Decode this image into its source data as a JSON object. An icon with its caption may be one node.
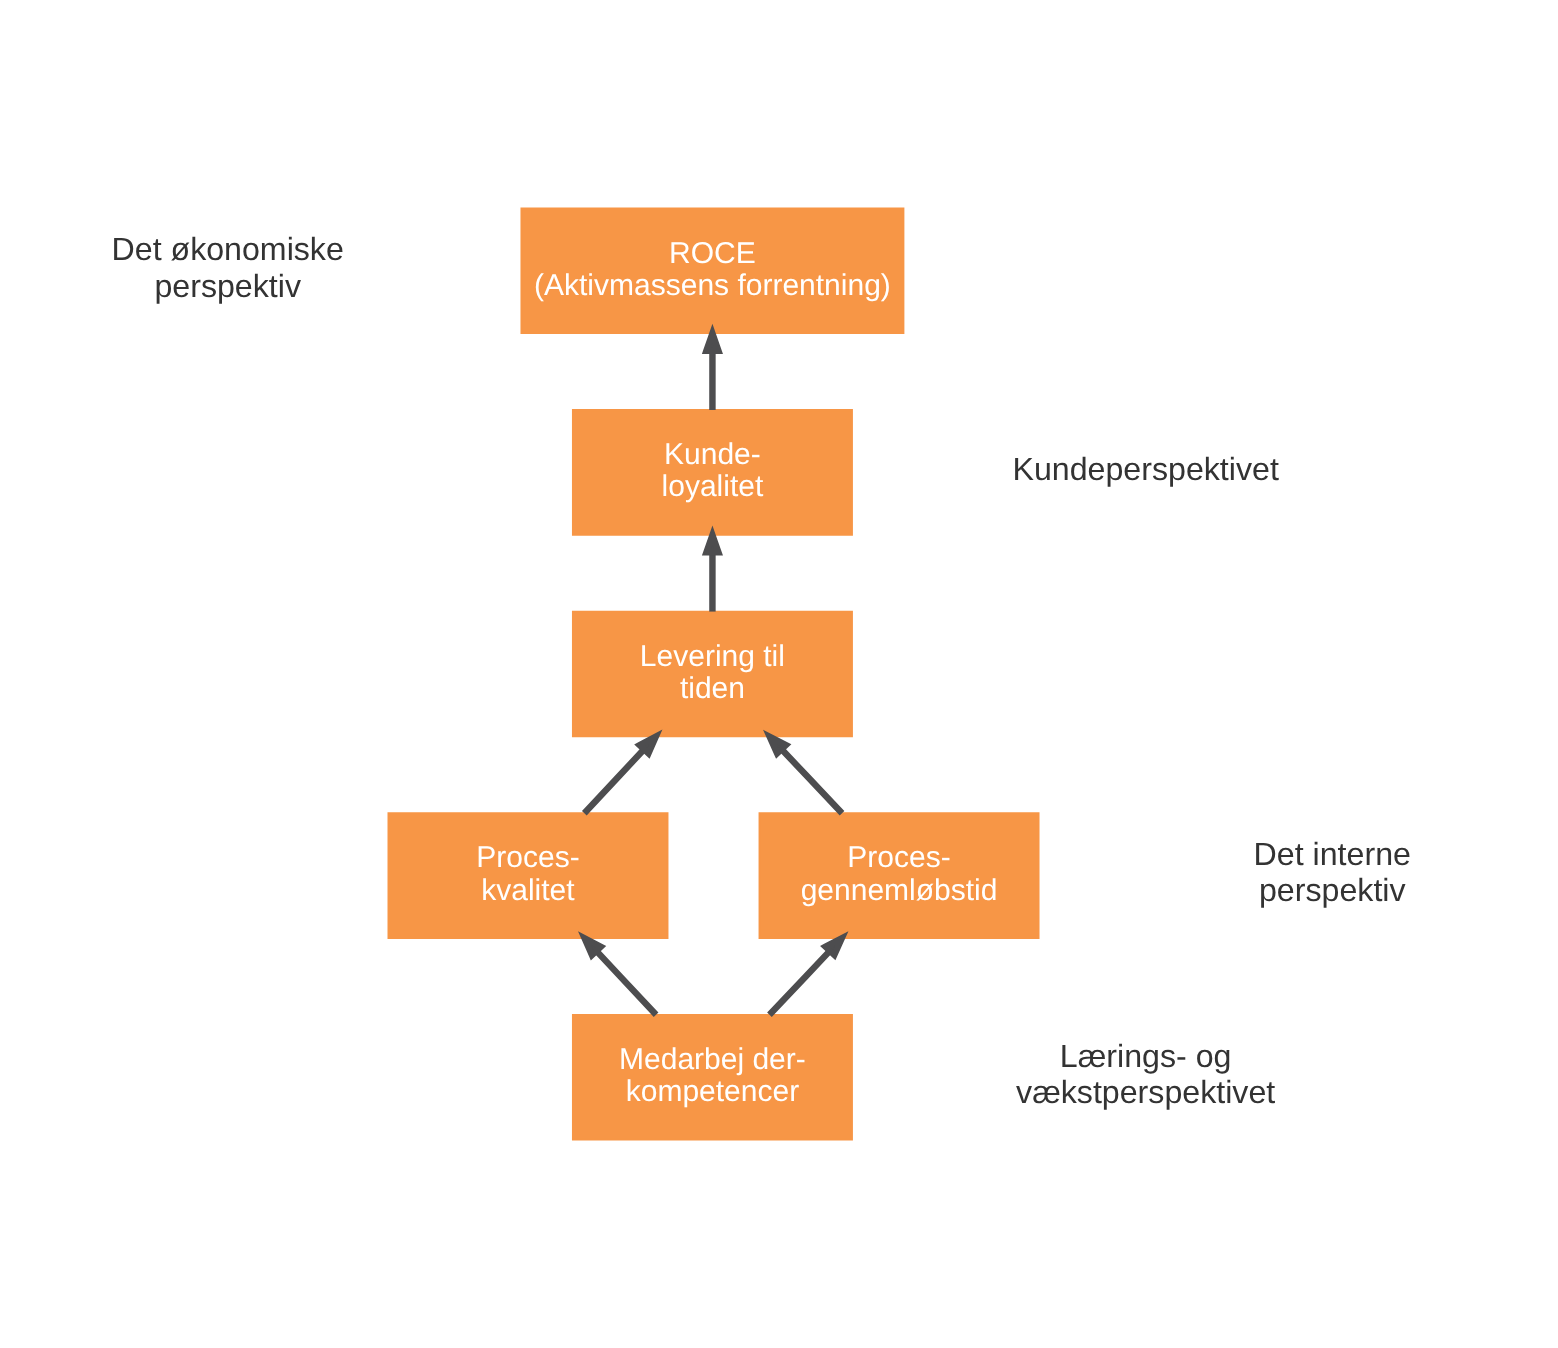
{
  "diagram": {
    "nodes": [
      {
        "text": [
          "ROCE (Aktivmassens forrentning)"
        ]
      },
      {
        "text": [
          "Kunde- loyalitet"
        ]
      },
      {
        "text": [
          "Levering til tiden"
        ]
      },
      {
        "text": [
          "Proces- kvalitet"
        ]
      },
      {
        "text": [
          "Proces- gennemløbstid"
        ]
      },
      {
        "text": [
          "Medarbej der- kompetencer"
        ]
      }
    ],
    "edges": [
      {
        "from": 5,
        "to": 3,
        "arrow": "to"
      },
      {
        "from": 5,
        "to": 4,
        "arrow": "to"
      },
      {
        "from": 3,
        "to": 2,
        "arrow": "to"
      },
      {
        "from": 4,
        "to": 2,
        "arrow": "to"
      },
      {
        "from": 2,
        "to": 1,
        "arrow": "to"
      },
      {
        "from": 1,
        "to": 0,
        "arrow": "to"
      }
    ],
    "labels": [
      "Det økonomiske perspektiv",
      "Kundeperspektivet",
      "Det interne perspektiv",
      "Lærings- og vækstperspektivet"
    ]
  }
}
